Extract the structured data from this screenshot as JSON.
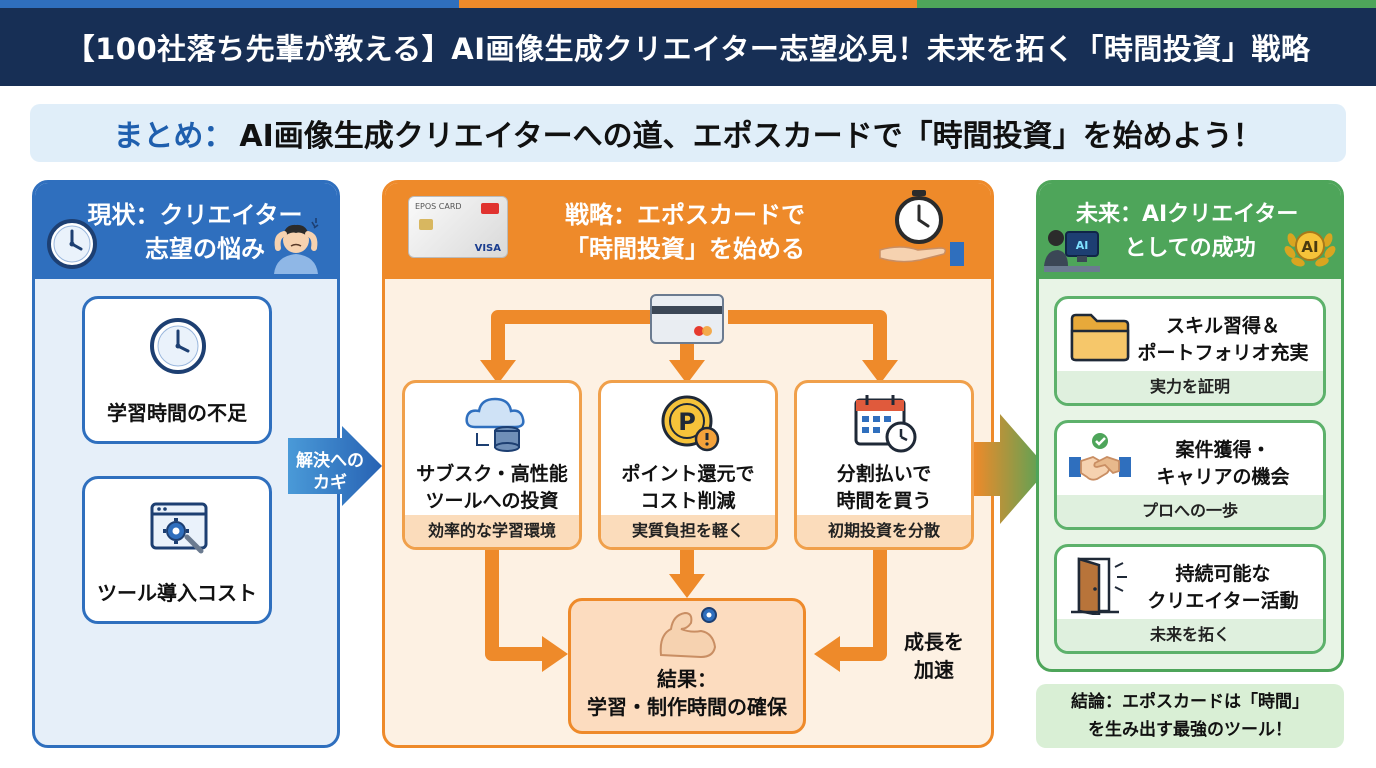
{
  "header": {
    "title": "【100社落ち先輩が教える】AI画像生成クリエイター志望必見！未来を拓く「時間投資」戦略",
    "stripe_colors": [
      "#2f6fbe",
      "#ee8a2a",
      "#4ea55a"
    ]
  },
  "summary": {
    "label": "まとめ：",
    "text": "AI画像生成クリエイターへの道、エポスカードで「時間投資」を始めよう！"
  },
  "left_panel": {
    "title_line1": "現状：クリエイター",
    "title_line2": "志望の悩み",
    "color": "#2f6fbe",
    "items": [
      {
        "label": "学習時間の不足",
        "icon": "clock-icon"
      },
      {
        "label": "ツール導入コスト",
        "icon": "gear-window-icon"
      }
    ]
  },
  "key_arrow": {
    "line1": "解決への",
    "line2": "カギ"
  },
  "center_panel": {
    "title_line1": "戦略：エポスカードで",
    "title_line2": "「時間投資」を始める",
    "color": "#ee8a2a",
    "card_image": {
      "brand": "EPOS CARD",
      "network": "VISA"
    },
    "items": [
      {
        "line1": "サブスク・高性能",
        "line2": "ツールへの投資",
        "footer": "効率的な学習環境",
        "icon": "cloud-database-icon"
      },
      {
        "line1": "ポイント還元で",
        "line2": "コスト削減",
        "footer": "実質負担を軽く",
        "icon": "point-coin-icon"
      },
      {
        "line1": "分割払いで",
        "line2": "時間を買う",
        "footer": "初期投資を分散",
        "icon": "calendar-clock-icon"
      }
    ],
    "result": {
      "line1": "結果：",
      "line2": "学習・制作時間の確保",
      "icon": "muscle-gear-icon"
    },
    "growth_label": {
      "line1": "成長を",
      "line2": "加速"
    }
  },
  "right_panel": {
    "title_line1": "未来：AIクリエイター",
    "title_line2": "としての成功",
    "color": "#4ea55a",
    "badge": "AI",
    "monitor_text": "AI",
    "items": [
      {
        "line1": "スキル習得＆",
        "line2": "ポートフォリオ充実",
        "footer": "実力を証明",
        "icon": "folder-icon"
      },
      {
        "line1": "案件獲得・",
        "line2": "キャリアの機会",
        "footer": "プロへの一歩",
        "icon": "handshake-icon"
      },
      {
        "line1": "持続可能な",
        "line2": "クリエイター活動",
        "footer": "未来を拓く",
        "icon": "door-icon"
      }
    ]
  },
  "conclusion": {
    "line1": "結論：エポスカードは「時間」",
    "line2": "を生み出す最強のツール！"
  }
}
